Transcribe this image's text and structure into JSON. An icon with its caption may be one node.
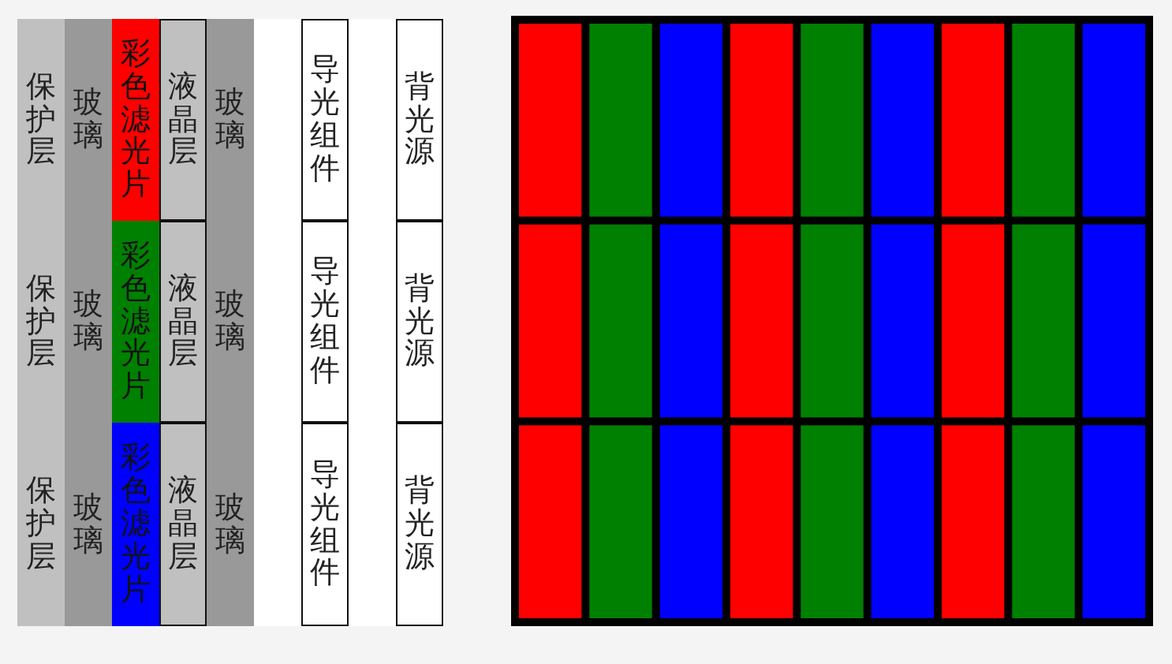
{
  "diagram": {
    "nodes": [
      {
        "text": [
          "保护层"
        ]
      },
      {
        "text": [
          "玻璃"
        ]
      },
      {
        "text": [
          "彩色滤光片"
        ]
      },
      {
        "text": [
          "液晶层"
        ]
      },
      {
        "text": [
          "玻璃"
        ]
      },
      {
        "text": [
          "导光组件"
        ]
      },
      {
        "text": [
          "背光源"
        ]
      },
      {
        "text": [
          "保护层"
        ]
      },
      {
        "text": [
          "玻璃"
        ]
      },
      {
        "text": [
          "彩色滤光片"
        ]
      },
      {
        "text": [
          "液晶层"
        ]
      },
      {
        "text": [
          "玻璃"
        ]
      },
      {
        "text": [
          "导光组件"
        ]
      },
      {
        "text": [
          "背光源"
        ]
      },
      {
        "text": [
          "保护层"
        ]
      },
      {
        "text": [
          "玻璃"
        ]
      },
      {
        "text": [
          "彩色滤光片"
        ]
      },
      {
        "text": [
          "液晶层"
        ]
      },
      {
        "text": [
          "玻璃"
        ]
      },
      {
        "text": [
          "导光组件"
        ]
      },
      {
        "text": [
          "背光源"
        ]
      }
    ]
  }
}
